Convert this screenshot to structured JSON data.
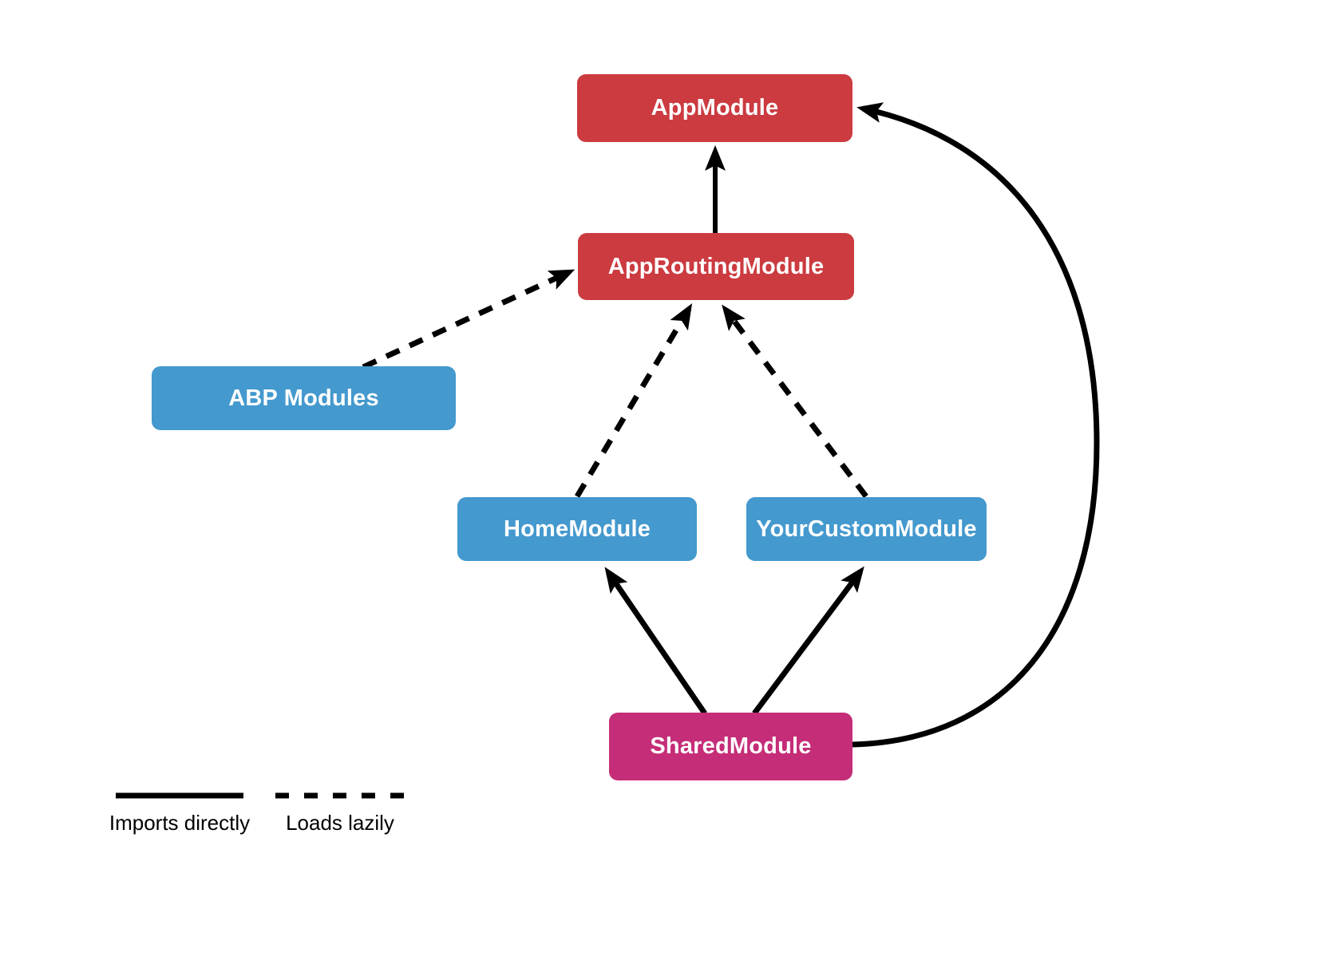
{
  "diagram": {
    "kind": "module-dependency-diagram",
    "nodes": {
      "app": {
        "label": "AppModule",
        "color": "#CB3B40"
      },
      "app_routing": {
        "label": "AppRoutingModule",
        "color": "#CB3B40"
      },
      "abp": {
        "label": "ABP Modules",
        "color": "#4499CE"
      },
      "home": {
        "label": "HomeModule",
        "color": "#4499CE"
      },
      "your_custom": {
        "label": "YourCustomModule",
        "color": "#4499CE"
      },
      "shared": {
        "label": "SharedModule",
        "color": "#C52D78"
      }
    },
    "edges": [
      {
        "from": "AppRoutingModule",
        "to": "AppModule",
        "style": "solid"
      },
      {
        "from": "ABP Modules",
        "to": "AppRoutingModule",
        "style": "dashed"
      },
      {
        "from": "HomeModule",
        "to": "AppRoutingModule",
        "style": "dashed"
      },
      {
        "from": "YourCustomModule",
        "to": "AppRoutingModule",
        "style": "dashed"
      },
      {
        "from": "SharedModule",
        "to": "HomeModule",
        "style": "solid"
      },
      {
        "from": "SharedModule",
        "to": "YourCustomModule",
        "style": "solid"
      },
      {
        "from": "SharedModule",
        "to": "AppModule",
        "style": "solid",
        "shape": "curved"
      }
    ],
    "legend": {
      "solid_label": "Imports directly",
      "dashed_label": "Loads lazily"
    },
    "colors": {
      "arrow": "#000000",
      "background": "#FFFFFF",
      "node_text": "#FFFFFF",
      "legend_text": "#000000"
    }
  }
}
